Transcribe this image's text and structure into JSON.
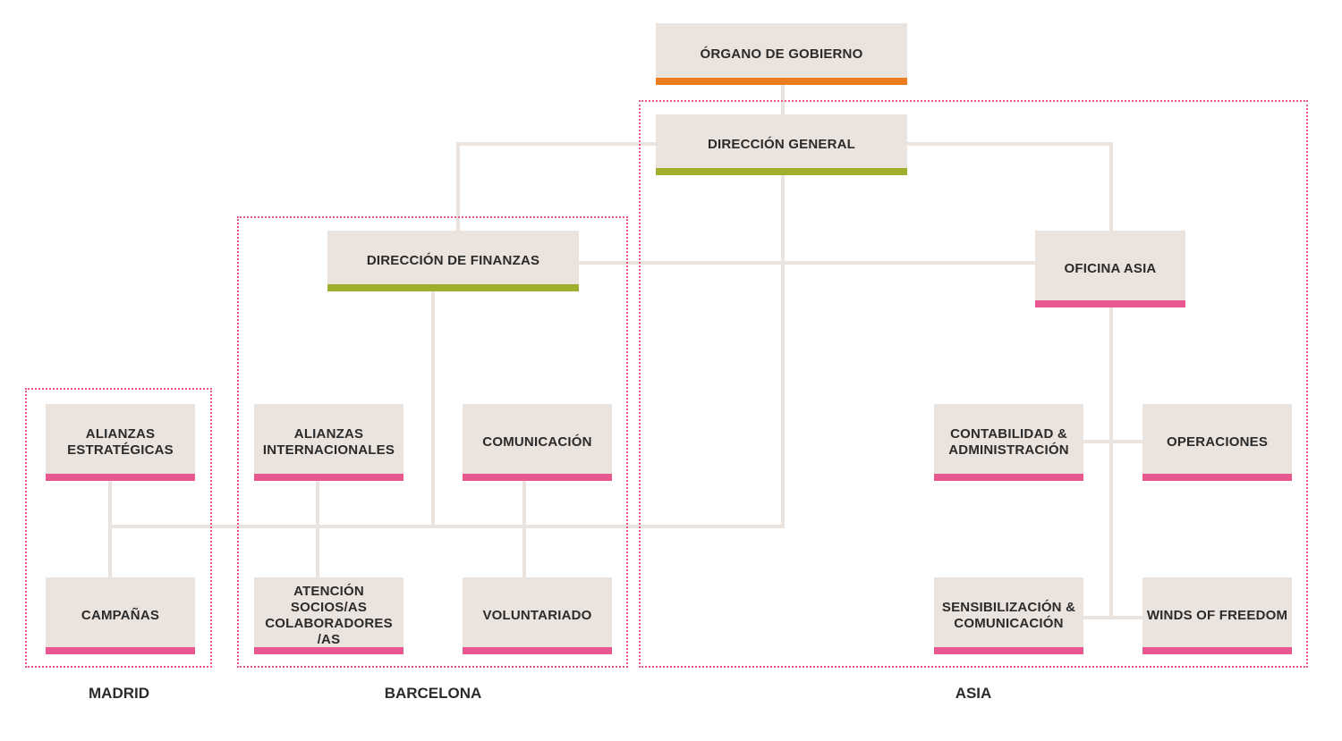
{
  "nodes": {
    "organo_gobierno": {
      "label": "ÓRGANO DE GOBIERNO",
      "accent": "#ec7c1d"
    },
    "direccion_general": {
      "label": "DIRECCIÓN GENERAL",
      "accent": "#9fae2c"
    },
    "direccion_finanzas": {
      "label": "DIRECCIÓN DE FINANZAS",
      "accent": "#9fae2c"
    },
    "oficina_asia": {
      "label": "OFICINA ASIA",
      "accent": "#e8578f"
    },
    "alianzas_estrategicas": {
      "label": "ALIANZAS ESTRATÉGICAS",
      "accent": "#e8578f"
    },
    "campanas": {
      "label": "CAMPAÑAS",
      "accent": "#e8578f"
    },
    "alianzas_internacionales": {
      "label": "ALIANZAS INTERNACIONALES",
      "accent": "#e8578f"
    },
    "atencion_socios": {
      "label": "ATENCIÓN SOCIOS/AS COLABORADORES /AS",
      "accent": "#e8578f"
    },
    "comunicacion": {
      "label": "COMUNICACIÓN",
      "accent": "#e8578f"
    },
    "voluntariado": {
      "label": "VOLUNTARIADO",
      "accent": "#e8578f"
    },
    "contabilidad": {
      "label": "CONTABILIDAD & ADMINISTRACIÓN",
      "accent": "#e8578f"
    },
    "operaciones": {
      "label": "OPERACIONES",
      "accent": "#e8578f"
    },
    "sensibilizacion": {
      "label": "SENSIBILIZACIÓN & COMUNICACIÓN",
      "accent": "#e8578f"
    },
    "winds_of_freedom": {
      "label": "WINDS OF FREEDOM",
      "accent": "#e8578f"
    }
  },
  "regions": {
    "madrid": "MADRID",
    "barcelona": "BARCELONA",
    "asia": "ASIA"
  },
  "colors": {
    "node_fill": "#ebe3de",
    "connector": "#ebe3de",
    "region_border": "#e8578f",
    "orange": "#ec7c1d",
    "green": "#9fae2c",
    "pink": "#e8578f"
  }
}
